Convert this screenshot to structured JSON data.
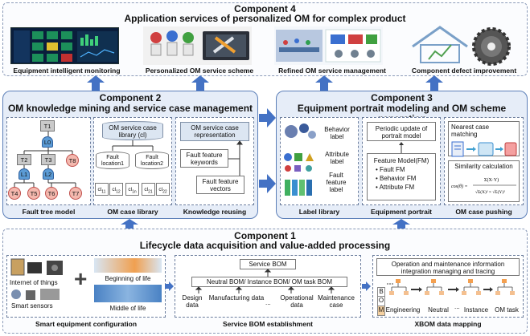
{
  "component4": {
    "heading": "Component 4",
    "title": "Application services of personalized OM for complex product",
    "items": [
      {
        "label": "Equipment intelligent monitoring"
      },
      {
        "label": "Personalized OM service scheme"
      },
      {
        "label": "Refined OM service management"
      },
      {
        "label": "Component defect improvement"
      }
    ]
  },
  "component2": {
    "heading": "Component 2",
    "title": "OM knowledge mining and service case management",
    "fault_tree": {
      "label": "Fault tree model",
      "nodes": {
        "t1": "T1",
        "l0": "L0",
        "t2": "T2",
        "t3": "T3",
        "t8": "T8",
        "l1": "L1",
        "l2": "L2",
        "t4": "T4",
        "t5": "T5",
        "t6": "T6",
        "t7": "T7"
      }
    },
    "case_library": {
      "label": "OM case library",
      "header": "OM service case library (cl)",
      "loc1": "Fault location1",
      "loc2": "Fault location2",
      "cells": [
        "cl",
        "cl",
        "cl",
        "cl",
        "cl"
      ],
      "subs": [
        "11",
        "12",
        "1n",
        "21",
        "22"
      ]
    },
    "knowledge": {
      "label": "Knowledge reusing",
      "rep": "OM service case representation",
      "keywords": "Fault feature keywords",
      "vectors": "Fault feature vectors"
    }
  },
  "component3": {
    "heading": "Component 3",
    "title": "Equipment portrait modeling and OM scheme generation",
    "label_library": {
      "label": "Label library",
      "behavior": "Behavior label",
      "attribute": "Attribute label",
      "fault": "Fault feature label"
    },
    "portrait": {
      "label": "Equipment portrait",
      "periodic": "Periodic update of portrait model",
      "fm_title": "Feature Model(FM)",
      "fm_items": [
        "• Fault FM",
        "• Behavior FM",
        "• Attribute FM"
      ]
    },
    "pushing": {
      "label": "OM case pushing",
      "nearest": "Nearest case matching",
      "similarity": "Similarity calculation"
    }
  },
  "component1": {
    "heading": "Component 1",
    "title": "Lifecycle data acquisition and value-added processing",
    "smart": {
      "label": "Smart equipment configuration",
      "iot": "Internet of things",
      "sensors": "Smart sensors",
      "bol": "Beginning of life",
      "mol": "Middle of life",
      "plus": "+"
    },
    "service_bom": {
      "label": "Service BOM establishment",
      "top": "Service BOM",
      "mid": "Neutral BOM/ Instance BOM/ OM task BOM",
      "sources": [
        "Design data",
        "Manufacturing data",
        "Operational data",
        "Maintenance case"
      ],
      "ellipsis": "..."
    },
    "xbom": {
      "label": "XBOM data mapping",
      "integration": "Operation and maintenance information integration managing and tracing",
      "bom": [
        "B",
        "O",
        "M"
      ],
      "stages": [
        "Engineering",
        "Neutral",
        "Instance",
        "OM task"
      ],
      "ellipsis": "..."
    }
  }
}
